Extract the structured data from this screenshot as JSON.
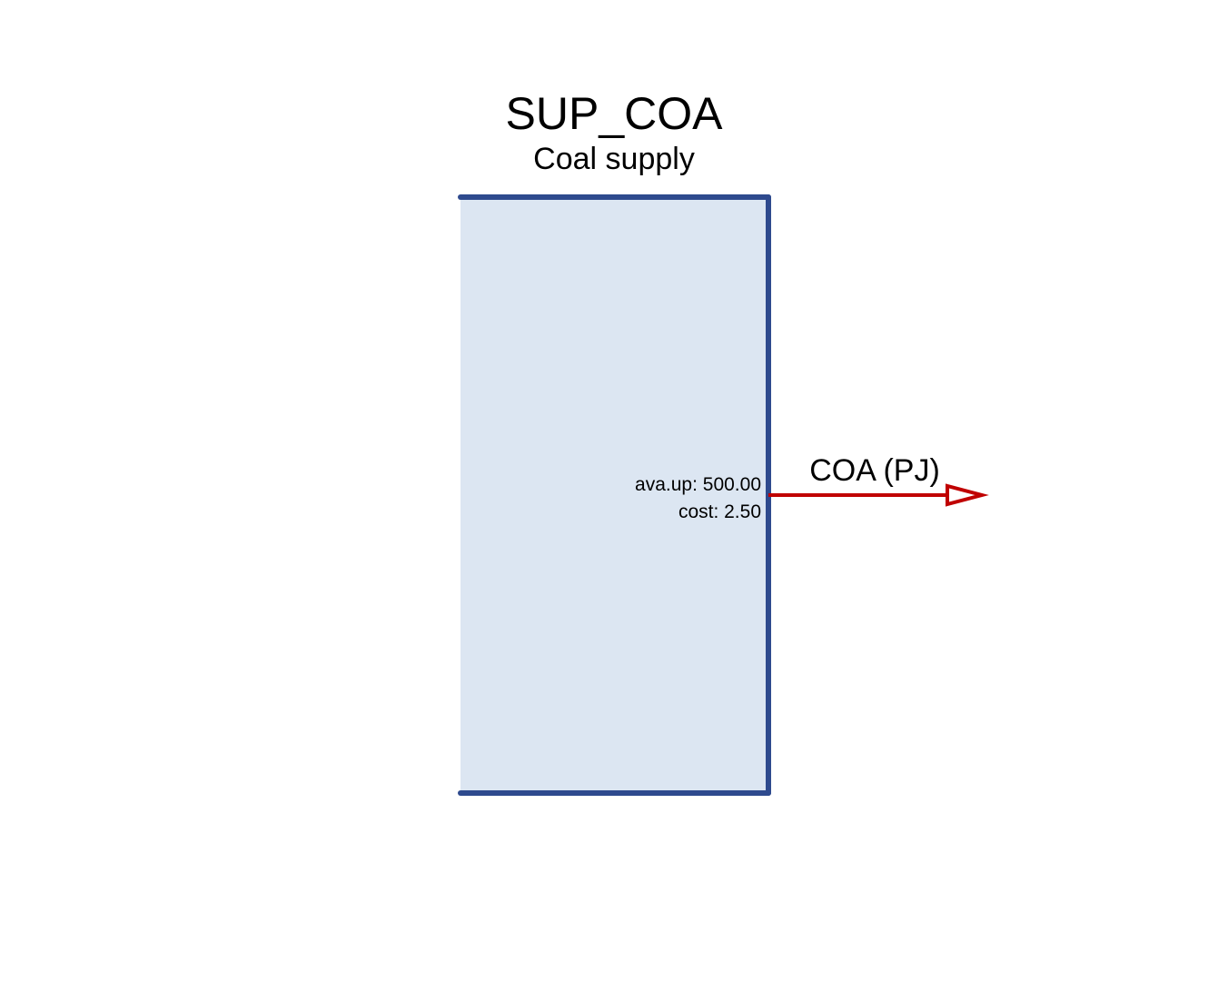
{
  "process": {
    "name": "SUP_COA",
    "description": "Coal supply",
    "parameters": [
      "ava.up: 500.00",
      "cost: 2.50"
    ]
  },
  "output_flow": {
    "label": "COA (PJ)"
  },
  "colors": {
    "box_fill": "#dce6f2",
    "box_border": "#2e4a8e",
    "output_arrow": "#c00000"
  }
}
